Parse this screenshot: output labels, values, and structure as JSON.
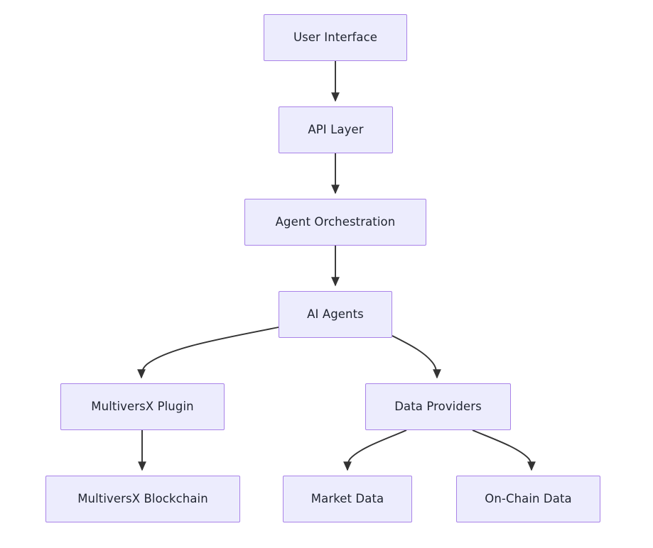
{
  "diagram": {
    "type": "flowchart",
    "direction": "top-down",
    "background_color": "#ffffff",
    "node_fill_color": "#ececfd",
    "node_border_color": "#a982e8",
    "node_text_color": "#1f2430",
    "edge_color": "#333333",
    "nodes": [
      {
        "id": "user-interface",
        "label": "User Interface"
      },
      {
        "id": "api-layer",
        "label": "API Layer"
      },
      {
        "id": "agent-orchestration",
        "label": "Agent Orchestration"
      },
      {
        "id": "ai-agents",
        "label": "AI Agents"
      },
      {
        "id": "multiversx-plugin",
        "label": "MultiversX Plugin"
      },
      {
        "id": "data-providers",
        "label": "Data Providers"
      },
      {
        "id": "multiversx-blockchain",
        "label": "MultiversX Blockchain"
      },
      {
        "id": "market-data",
        "label": "Market Data"
      },
      {
        "id": "on-chain-data",
        "label": "On-Chain Data"
      }
    ],
    "edges": [
      {
        "from": "user-interface",
        "to": "api-layer",
        "style": "straight-arrow"
      },
      {
        "from": "api-layer",
        "to": "agent-orchestration",
        "style": "straight-arrow"
      },
      {
        "from": "agent-orchestration",
        "to": "ai-agents",
        "style": "straight-arrow"
      },
      {
        "from": "ai-agents",
        "to": "multiversx-plugin",
        "style": "curved-arrow"
      },
      {
        "from": "ai-agents",
        "to": "data-providers",
        "style": "curved-arrow"
      },
      {
        "from": "multiversx-plugin",
        "to": "multiversx-blockchain",
        "style": "straight-arrow"
      },
      {
        "from": "data-providers",
        "to": "market-data",
        "style": "curved-arrow"
      },
      {
        "from": "data-providers",
        "to": "on-chain-data",
        "style": "curved-arrow"
      }
    ]
  }
}
